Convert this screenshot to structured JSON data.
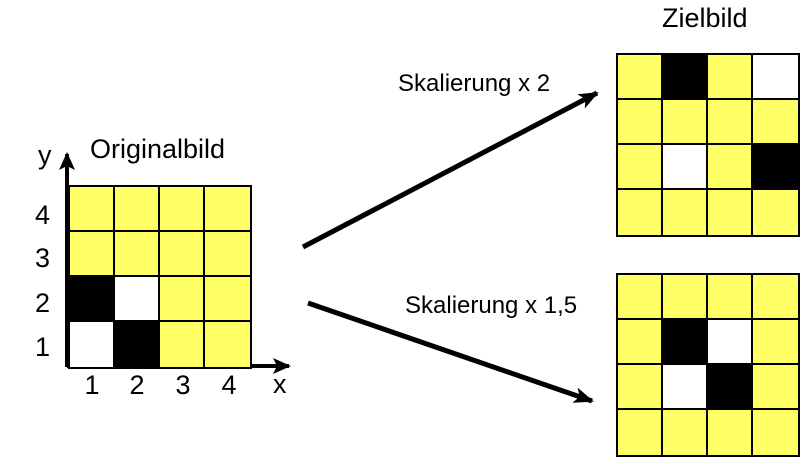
{
  "titles": {
    "original": "Originalbild",
    "target": "Zielbild"
  },
  "arrows": {
    "top_label": "Skalierung x 2",
    "bottom_label": "Skalierung x 1,5"
  },
  "axes": {
    "x_label": "x",
    "y_label": "y",
    "x_ticks": [
      "1",
      "2",
      "3",
      "4"
    ],
    "y_ticks": [
      "4",
      "3",
      "2",
      "1"
    ]
  },
  "colors": {
    "Y": "#FFFF66",
    "B": "#000000",
    "W": "#FFFFFF",
    "line": "#000000"
  },
  "grids": {
    "original": [
      [
        "Y",
        "Y",
        "Y",
        "Y"
      ],
      [
        "Y",
        "Y",
        "Y",
        "Y"
      ],
      [
        "B",
        "W",
        "Y",
        "Y"
      ],
      [
        "W",
        "B",
        "Y",
        "Y"
      ]
    ],
    "scaled_x2": [
      [
        "Y",
        "B",
        "Y",
        "W"
      ],
      [
        "Y",
        "Y",
        "Y",
        "Y"
      ],
      [
        "Y",
        "W",
        "Y",
        "B"
      ],
      [
        "Y",
        "Y",
        "Y",
        "Y"
      ]
    ],
    "scaled_x15": [
      [
        "Y",
        "Y",
        "Y",
        "Y"
      ],
      [
        "Y",
        "B",
        "W",
        "Y"
      ],
      [
        "Y",
        "W",
        "B",
        "Y"
      ],
      [
        "Y",
        "Y",
        "Y",
        "Y"
      ]
    ]
  }
}
